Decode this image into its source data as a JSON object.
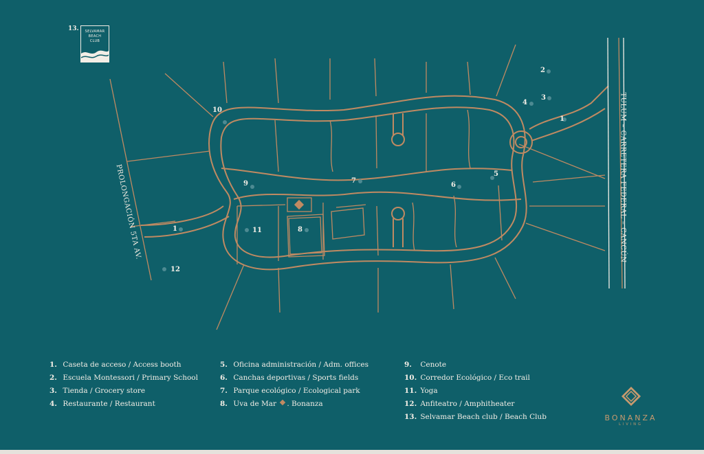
{
  "colors": {
    "background": "#0f5f69",
    "road": "#c08a62",
    "lines": "#c08a62",
    "text": "#f4efe7",
    "dot": "#4d8a92"
  },
  "logo": {
    "number": "13.",
    "line1": "SELVAMAR",
    "line2": "BEACH",
    "line3": "CLUB"
  },
  "roads": {
    "left": "PROLONGACIÓN 5TA AV.",
    "right": "TULUM – CARRETERA FEDERAL – CANCÚN"
  },
  "markers": [
    {
      "id": "1",
      "label": "1"
    },
    {
      "id": "1b",
      "label": "1"
    },
    {
      "id": "2",
      "label": "2"
    },
    {
      "id": "3",
      "label": "3"
    },
    {
      "id": "4",
      "label": "4"
    },
    {
      "id": "5",
      "label": "5"
    },
    {
      "id": "6",
      "label": "6"
    },
    {
      "id": "7",
      "label": "7"
    },
    {
      "id": "8",
      "label": "8"
    },
    {
      "id": "9",
      "label": "9"
    },
    {
      "id": "10",
      "label": "10"
    },
    {
      "id": "11",
      "label": "11"
    },
    {
      "id": "12",
      "label": "12"
    }
  ],
  "legend": {
    "col1": [
      {
        "num": "1.",
        "text": "Caseta de acceso / Access booth"
      },
      {
        "num": "2.",
        "text": "Escuela Montessori /  Primary School"
      },
      {
        "num": "3.",
        "text": "Tienda / Grocery store"
      },
      {
        "num": "4.",
        "text": "Restaurante / Restaurant"
      }
    ],
    "col2": [
      {
        "num": "5.",
        "text": "Oficina administración / Adm. offices"
      },
      {
        "num": "6.",
        "text": "Canchas deportivas / Sports fields"
      },
      {
        "num": "7.",
        "text": "Parque ecológico / Ecological park"
      },
      {
        "num": "8.",
        "text": "Uva de Mar",
        "text2": ". Bonanza"
      }
    ],
    "col3": [
      {
        "num": "9.",
        "text": "Cenote"
      },
      {
        "num": "10.",
        "text": "Corredor Ecológico  /  Eco trail"
      },
      {
        "num": "11.",
        "text": "Yoga"
      },
      {
        "num": "12.",
        "text": "Anfiteatro / Amphitheater"
      },
      {
        "num": "13.",
        "text": "Selvamar Beach club / Beach Club"
      }
    ]
  },
  "brand": {
    "name": "BONANZA",
    "sub": "LIVING"
  }
}
